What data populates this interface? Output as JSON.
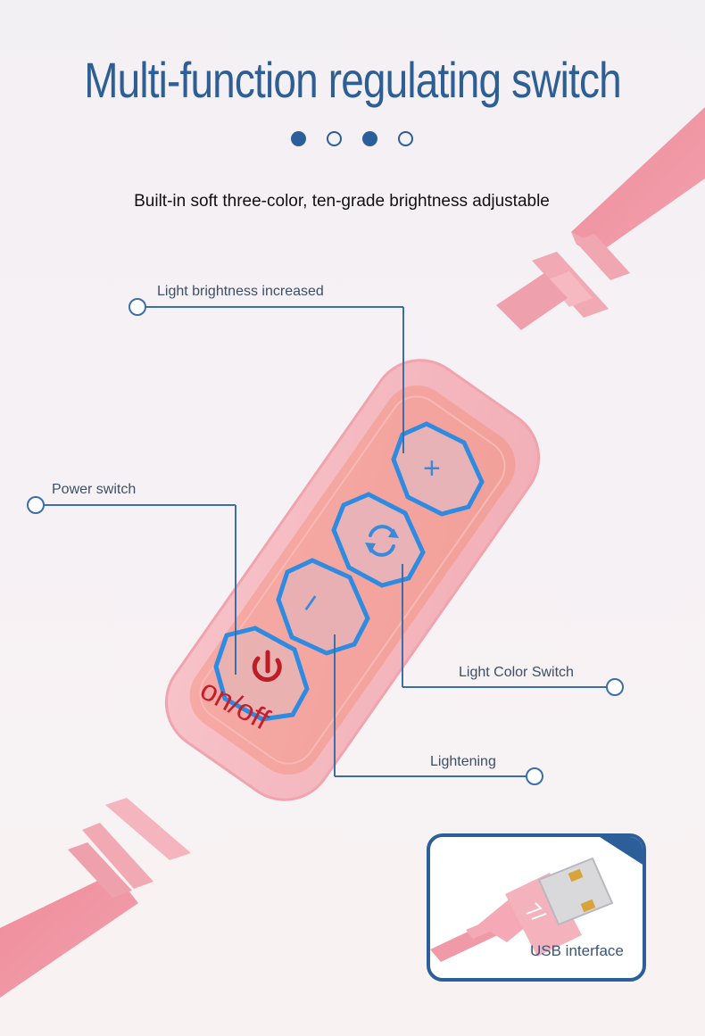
{
  "header": {
    "title": "Multi-function regulating switch",
    "subtitle": "Built-in soft three-color, ten-grade brightness adjustable"
  },
  "callouts": {
    "brightness_up": "Light brightness increased",
    "power_switch": "Power switch",
    "color_switch": "Light Color Switch",
    "lightening": "Lightening"
  },
  "device": {
    "button_plus": "+",
    "button_minus": "−",
    "on_off_label": "on/off"
  },
  "usb": {
    "label": "USB interface"
  },
  "colors": {
    "accent": "#2c5f99",
    "title": "#2d5e94",
    "device_pink": "#f4a7b2",
    "power_red": "#b71d2b"
  },
  "icons": {
    "power": "power-icon",
    "cycle": "cycle-icon",
    "usb": "usb-plug-icon"
  }
}
